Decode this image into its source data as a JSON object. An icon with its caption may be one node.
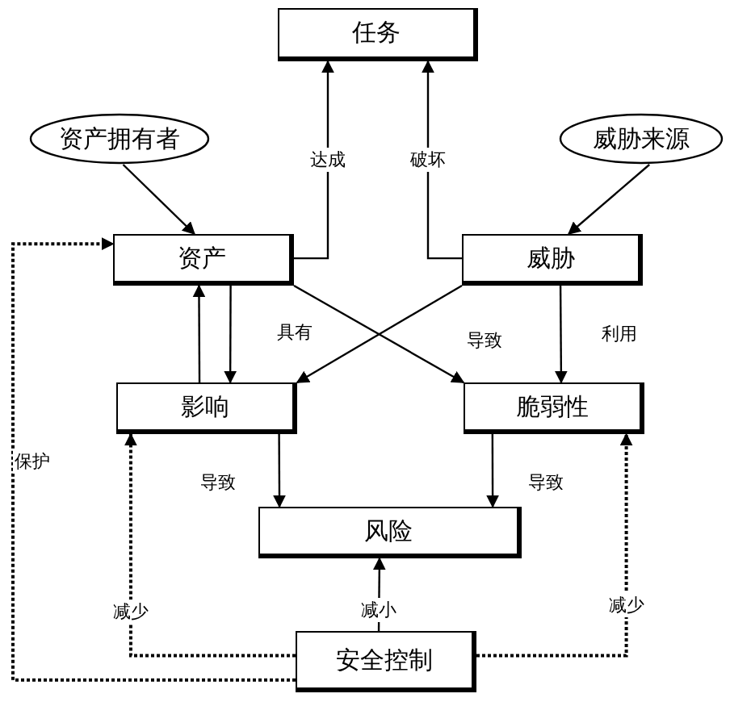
{
  "diagram": {
    "nodes": [
      {
        "text": [
          "任务"
        ]
      },
      {
        "text": [
          "资产拥有者"
        ]
      },
      {
        "text": [
          "威胁来源"
        ]
      },
      {
        "text": [
          "资产"
        ]
      },
      {
        "text": [
          "威胁"
        ]
      },
      {
        "text": [
          "影响"
        ]
      },
      {
        "text": [
          "脆弱性"
        ]
      },
      {
        "text": [
          "风险"
        ]
      },
      {
        "text": [
          "安全控制"
        ]
      }
    ],
    "edges": [
      {
        "from": 1,
        "to": 3,
        "arrow": "to"
      },
      {
        "from": 2,
        "to": 4,
        "arrow": "to"
      },
      {
        "from": 3,
        "to": 0,
        "arrow": "to",
        "label": "达成"
      },
      {
        "from": 4,
        "to": 0,
        "arrow": "to",
        "label": "破坏"
      },
      {
        "from": 3,
        "to": 5,
        "arrow": "to"
      },
      {
        "from": 5,
        "to": 3,
        "arrow": "to"
      },
      {
        "from": 3,
        "to": 6,
        "arrow": "to",
        "label": "具有"
      },
      {
        "from": 4,
        "to": 5,
        "arrow": "to",
        "label": "导致"
      },
      {
        "from": 4,
        "to": 6,
        "arrow": "to",
        "label": "利用"
      },
      {
        "from": 5,
        "to": 7,
        "arrow": "to",
        "label": "导致"
      },
      {
        "from": 6,
        "to": 7,
        "arrow": "to",
        "label": "导致"
      },
      {
        "from": 8,
        "to": 7,
        "arrow": "to",
        "label": "减小"
      },
      {
        "from": 8,
        "to": 5,
        "arrow": "to",
        "label": "减少",
        "style": "dashed"
      },
      {
        "from": 8,
        "to": 6,
        "arrow": "to",
        "label": "减少",
        "style": "dashed"
      },
      {
        "from": 8,
        "to": 3,
        "arrow": "to",
        "label": "保护",
        "style": "dashed"
      }
    ]
  }
}
